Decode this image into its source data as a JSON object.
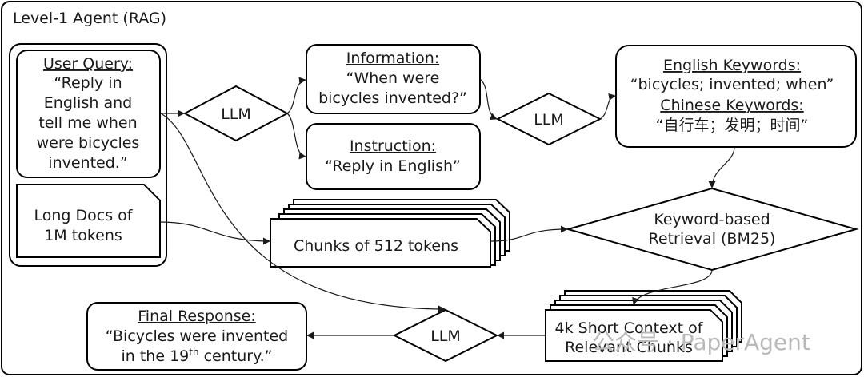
{
  "frame": {
    "title": "Level-1 Agent (RAG)"
  },
  "nodes": {
    "user_query": {
      "heading": "User Query:",
      "lines": [
        "“Reply in",
        "English and",
        "tell me when",
        "were bicycles",
        "invented.”"
      ]
    },
    "long_docs": {
      "lines": [
        "Long Docs of",
        "1M tokens"
      ]
    },
    "llm_1": {
      "label": "LLM"
    },
    "information": {
      "heading": "Information:",
      "lines": [
        "“When were",
        "bicycles invented?”"
      ]
    },
    "instruction": {
      "heading": "Instruction:",
      "lines": [
        "“Reply in English”"
      ]
    },
    "llm_2": {
      "label": "LLM"
    },
    "keywords": {
      "english_heading": "English Keywords:",
      "english_value": "“bicycles; invented; when”",
      "chinese_heading": "Chinese Keywords:",
      "chinese_value": "“自行车；发明；时间”"
    },
    "chunks": {
      "label": "Chunks of 512 tokens"
    },
    "retrieval": {
      "lines": [
        "Keyword-based",
        "Retrieval (BM25)"
      ]
    },
    "short_context": {
      "lines": [
        "4k Short Context of",
        "Relevant Chunks"
      ]
    },
    "llm_3": {
      "label": "LLM"
    },
    "final_response": {
      "heading": "Final Response:",
      "line1": "“Bicycles were invented",
      "line2_pre": "in the 19",
      "line2_sup": "th",
      "line2_post": " century.”"
    }
  },
  "watermark": {
    "text": "公众号 · PaperAgent"
  }
}
